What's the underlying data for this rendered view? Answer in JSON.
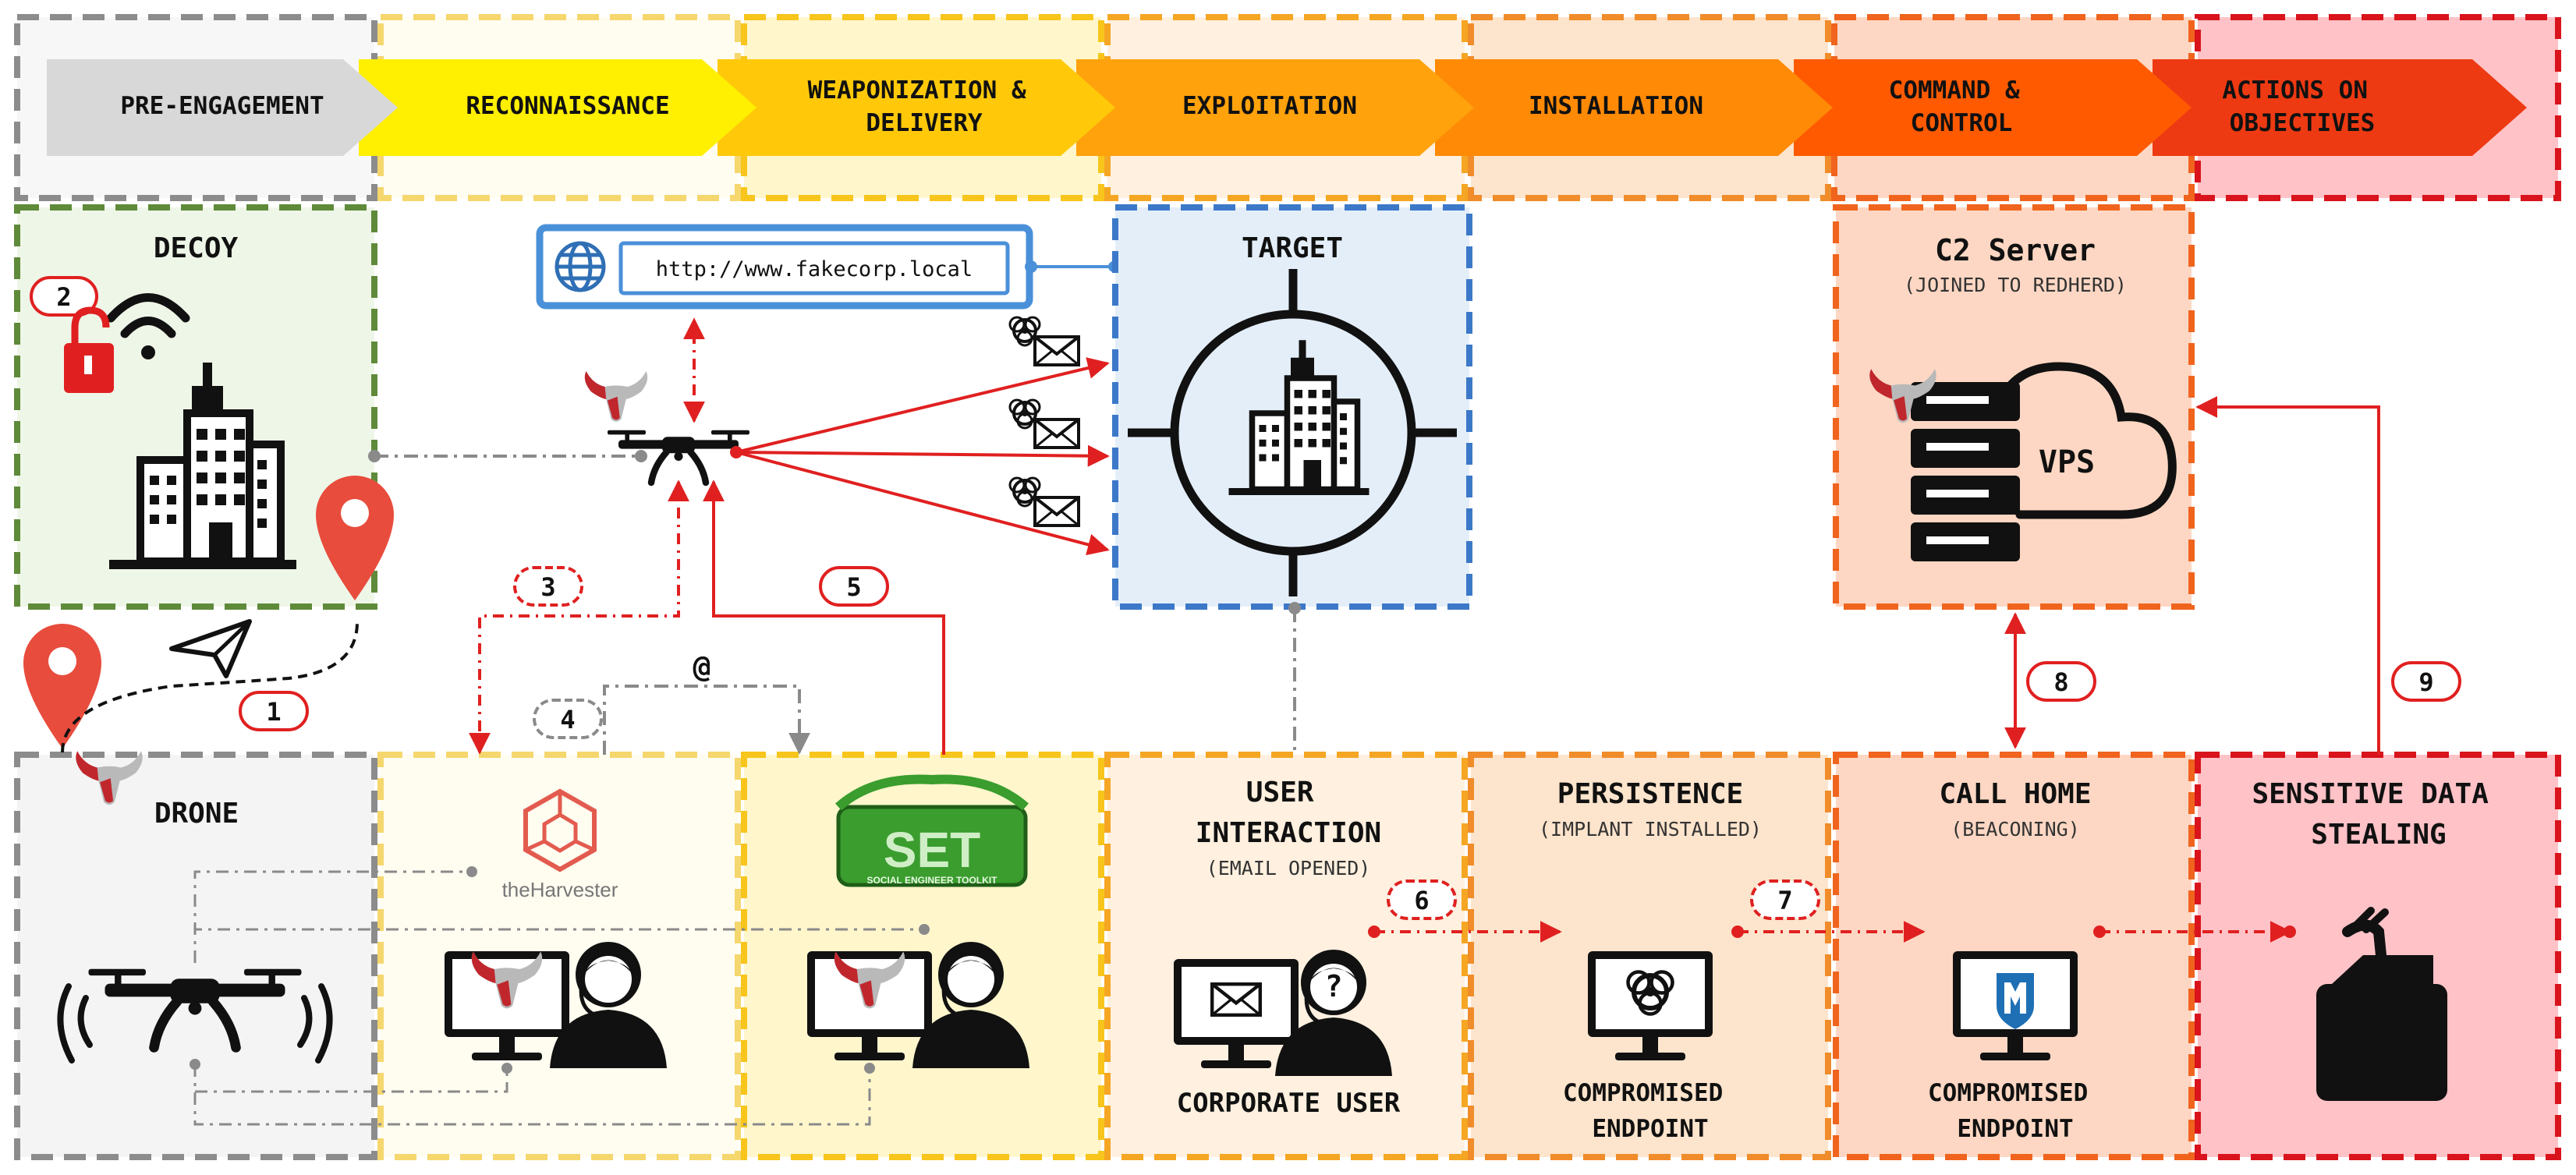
{
  "phases": [
    {
      "label": "PRE-ENGAGEMENT",
      "color": "#d8d8d8",
      "panel": "#f7f7f7",
      "border": "#8c8c8c"
    },
    {
      "label": "RECONNAISSANCE",
      "color": "#ffef00",
      "panel": "#fffcf0",
      "border": "#f5d76e"
    },
    {
      "label": "WEAPONIZATION &\nDELIVERY",
      "color": "#ffc90a",
      "panel": "#fff6cc",
      "border": "#f7c51b"
    },
    {
      "label": "EXPLOITATION",
      "color": "#ffa20c",
      "panel": "#fff0df",
      "border": "#f5a623"
    },
    {
      "label": "INSTALLATION",
      "color": "#ff8a06",
      "panel": "#fde4cc",
      "border": "#f08c2a"
    },
    {
      "label": "COMMAND &\nCONTROL",
      "color": "#ff5a00",
      "panel": "#fdd7c3",
      "border": "#f0641e"
    },
    {
      "label": "ACTIONS ON\nOBJECTIVES",
      "color": "#ee3a12",
      "panel": "#ffc2c7",
      "border": "#d9141c"
    }
  ],
  "boxes": {
    "decoy": {
      "title": "DECOY"
    },
    "target": {
      "title": "TARGET"
    },
    "c2": {
      "title": "C2 Server",
      "subtitle": "(JOINED TO REDHERD)",
      "vps_label": "VPS"
    },
    "drone": {
      "title": "DRONE"
    },
    "user_interaction": {
      "title": "USER\nINTERACTION",
      "subtitle": "(EMAIL OPENED)",
      "caption": "CORPORATE USER"
    },
    "persistence": {
      "title": "PERSISTENCE",
      "subtitle": "(IMPLANT INSTALLED)",
      "caption": "COMPROMISED\nENDPOINT"
    },
    "call_home": {
      "title": "CALL HOME",
      "subtitle": "(BEACONING)",
      "caption": "COMPROMISED\nENDPOINT"
    },
    "sensitive": {
      "title": "SENSITIVE DATA\nSTEALING"
    }
  },
  "url_bar": {
    "url": "http://www.fakecorp.local"
  },
  "tools": {
    "harvester": "theHarvester",
    "set_logo": "SET",
    "set_subtitle": "SOCIAL ENGINEER TOOLKIT"
  },
  "email_symbol": "@",
  "steps": [
    "1",
    "2",
    "3",
    "4",
    "5",
    "6",
    "7",
    "8",
    "9"
  ],
  "colors": {
    "arrow_red": "#e02020",
    "connector_gray": "#9a9a9a",
    "icon_black": "#111111",
    "pin_red": "#e84c3d",
    "target_border": "#3b78c8",
    "url_border": "#4a90d9",
    "decoy_border": "#5f8a3a",
    "decoy_fill": "#eef6e8",
    "target_fill": "#e4eef9"
  }
}
